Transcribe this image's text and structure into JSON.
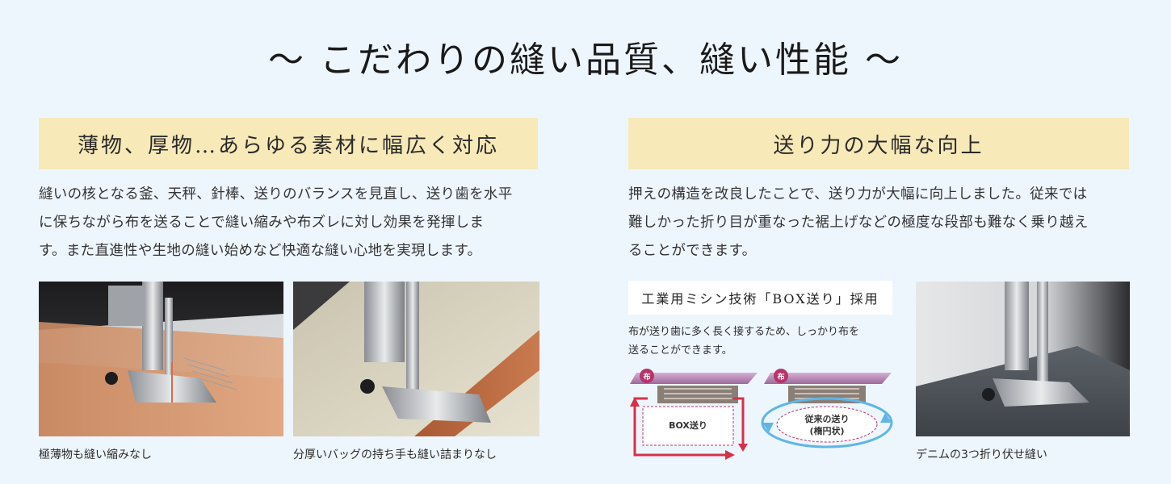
{
  "title": "～ こだわりの縫い品質、縫い性能 ～",
  "left": {
    "heading": "薄物、厚物…あらゆる素材に幅広く対応",
    "lines": [
      "縫いの核となる釜、天秤、針棒、送りのバランスを見直し、送り歯を水平",
      "に保ちながら布を送ることで縫い縮みや布ズレに対し効果を発揮しま",
      "す。また直進性や生地の縫い始めなど快適な縫い心地を実現します。"
    ],
    "photo1_caption": "極薄物も縫い縮みなし",
    "photo2_caption": "分厚いバッグの持ち手も縫い詰まりなし"
  },
  "right": {
    "heading": "送り力の大幅な向上",
    "lines": [
      "押えの構造を改良したことで、送り力が大幅に向上しました。従来では",
      "難しかった折り目が重なった裾上げなどの極度な段部も難なく乗り越え",
      "ることができます。"
    ],
    "box_label": "工業用ミシン技術「BOX送り」採用",
    "box_desc_lines": [
      "布が送り歯に多く長く接するため、しっかり布を",
      "送ることができます。"
    ],
    "diagram": {
      "fabric_tag": "布",
      "box_feed": "BOX送り",
      "conventional_line1": "従来の送り",
      "conventional_line2": "(楕円状)"
    },
    "photo3_caption": "デニムの3つ折り伏せ縫い"
  },
  "colors": {
    "background": "#eef6fd",
    "banner": "#f8e9b9",
    "fabric": "#c79ac6",
    "arrow_red": "#d8304a",
    "arrow_blue": "#5fb6e6"
  }
}
